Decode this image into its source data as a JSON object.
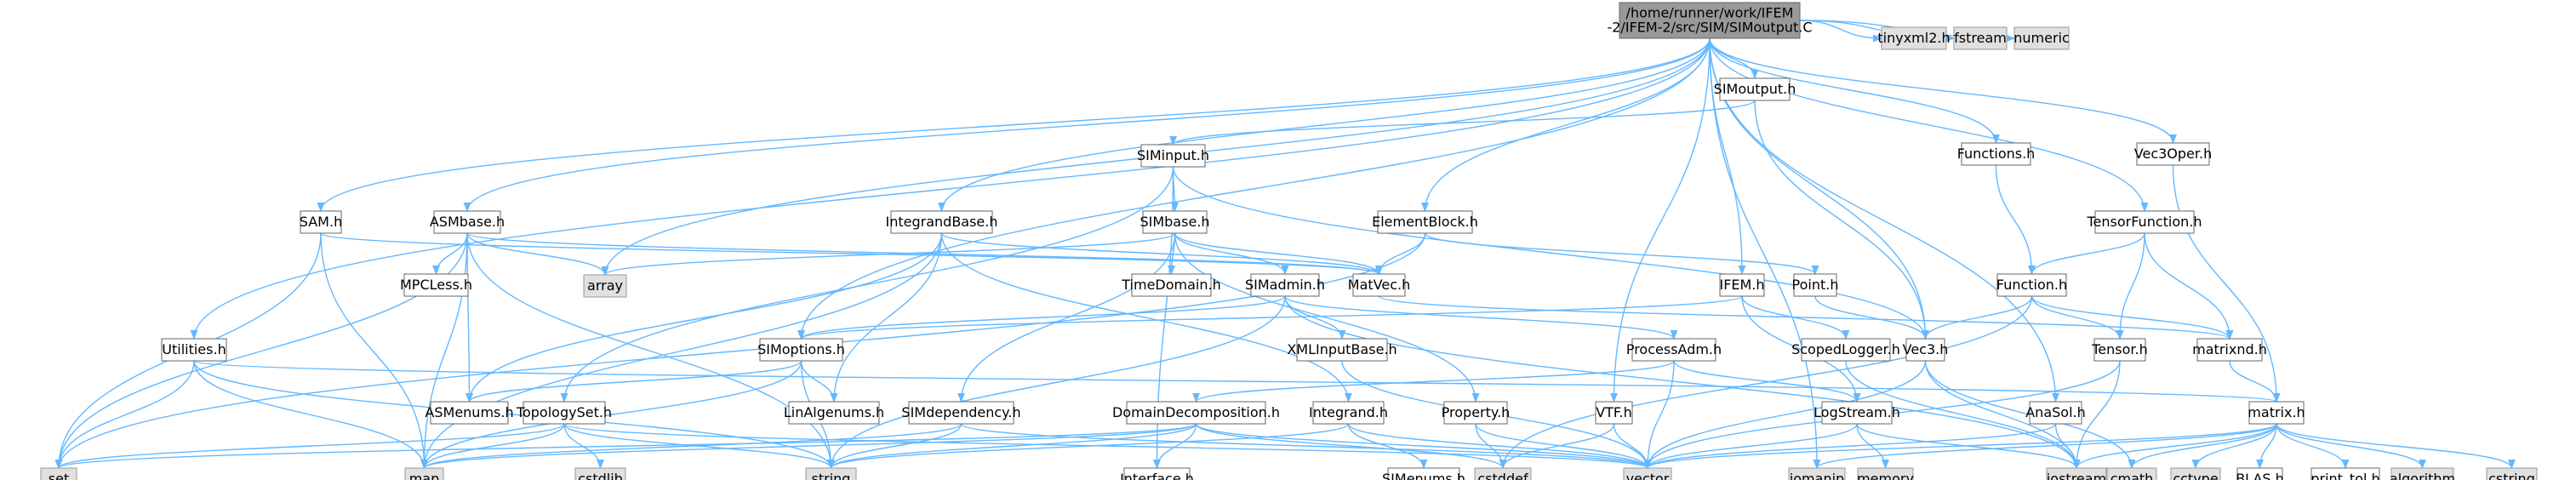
{
  "graph": {
    "root": "root",
    "colors": {
      "root_fill": "#999999",
      "node_fill": "#ffffff",
      "system_fill": "#e0e0e0",
      "border": "#666666",
      "system_border": "#999999",
      "edge": "#63b8ff",
      "text": "#000000"
    },
    "nodes": [
      {
        "id": "root",
        "lines": [
          "/home/runner/work/IFEM",
          "-2/IFEM-2/src/SIM/SIMoutput.C"
        ],
        "kind": "root"
      },
      {
        "id": "SIMoutput",
        "lines": [
          "SIMoutput.h"
        ],
        "kind": "header"
      },
      {
        "id": "tinyxml2",
        "lines": [
          "tinyxml2.h"
        ],
        "kind": "system"
      },
      {
        "id": "fstream",
        "lines": [
          "fstream"
        ],
        "kind": "system"
      },
      {
        "id": "numeric",
        "lines": [
          "numeric"
        ],
        "kind": "system"
      },
      {
        "id": "SIMinput",
        "lines": [
          "SIMinput.h"
        ],
        "kind": "header"
      },
      {
        "id": "Functions",
        "lines": [
          "Functions.h"
        ],
        "kind": "header"
      },
      {
        "id": "Vec3Oper",
        "lines": [
          "Vec3Oper.h"
        ],
        "kind": "header"
      },
      {
        "id": "SAM",
        "lines": [
          "SAM.h"
        ],
        "kind": "header"
      },
      {
        "id": "ASMbase",
        "lines": [
          "ASMbase.h"
        ],
        "kind": "header"
      },
      {
        "id": "IntegrandBase",
        "lines": [
          "IntegrandBase.h"
        ],
        "kind": "header"
      },
      {
        "id": "SIMbase",
        "lines": [
          "SIMbase.h"
        ],
        "kind": "header"
      },
      {
        "id": "ElementBlock",
        "lines": [
          "ElementBlock.h"
        ],
        "kind": "header"
      },
      {
        "id": "TensorFunction",
        "lines": [
          "TensorFunction.h"
        ],
        "kind": "header"
      },
      {
        "id": "MPCLess",
        "lines": [
          "MPCLess.h"
        ],
        "kind": "header"
      },
      {
        "id": "array",
        "lines": [
          "array"
        ],
        "kind": "system"
      },
      {
        "id": "TimeDomain",
        "lines": [
          "TimeDomain.h"
        ],
        "kind": "header"
      },
      {
        "id": "SIMadmin",
        "lines": [
          "SIMadmin.h"
        ],
        "kind": "header"
      },
      {
        "id": "MatVec",
        "lines": [
          "MatVec.h"
        ],
        "kind": "header"
      },
      {
        "id": "IFEM",
        "lines": [
          "IFEM.h"
        ],
        "kind": "header"
      },
      {
        "id": "Point",
        "lines": [
          "Point.h"
        ],
        "kind": "header"
      },
      {
        "id": "Function",
        "lines": [
          "Function.h"
        ],
        "kind": "header"
      },
      {
        "id": "Utilities",
        "lines": [
          "Utilities.h"
        ],
        "kind": "header"
      },
      {
        "id": "SIMoptions",
        "lines": [
          "SIMoptions.h"
        ],
        "kind": "header"
      },
      {
        "id": "XMLInputBase",
        "lines": [
          "XMLInputBase.h"
        ],
        "kind": "header"
      },
      {
        "id": "ProcessAdm",
        "lines": [
          "ProcessAdm.h"
        ],
        "kind": "header"
      },
      {
        "id": "ScopedLogger",
        "lines": [
          "ScopedLogger.h"
        ],
        "kind": "header"
      },
      {
        "id": "Vec3",
        "lines": [
          "Vec3.h"
        ],
        "kind": "header"
      },
      {
        "id": "Tensor",
        "lines": [
          "Tensor.h"
        ],
        "kind": "header"
      },
      {
        "id": "matrixnd",
        "lines": [
          "matrixnd.h"
        ],
        "kind": "header"
      },
      {
        "id": "ASMenums",
        "lines": [
          "ASMenums.h"
        ],
        "kind": "header"
      },
      {
        "id": "LinAlgenums",
        "lines": [
          "LinAlgenums.h"
        ],
        "kind": "header"
      },
      {
        "id": "TopologySet",
        "lines": [
          "TopologySet.h"
        ],
        "kind": "header"
      },
      {
        "id": "SIMdependency",
        "lines": [
          "SIMdependency.h"
        ],
        "kind": "header"
      },
      {
        "id": "DomainDecomposition",
        "lines": [
          "DomainDecomposition.h"
        ],
        "kind": "header"
      },
      {
        "id": "Integrand",
        "lines": [
          "Integrand.h"
        ],
        "kind": "header"
      },
      {
        "id": "Property",
        "lines": [
          "Property.h"
        ],
        "kind": "header"
      },
      {
        "id": "VTF",
        "lines": [
          "VTF.h"
        ],
        "kind": "header"
      },
      {
        "id": "LogStream",
        "lines": [
          "LogStream.h"
        ],
        "kind": "header"
      },
      {
        "id": "AnaSol",
        "lines": [
          "AnaSol.h"
        ],
        "kind": "header"
      },
      {
        "id": "matrix",
        "lines": [
          "matrix.h"
        ],
        "kind": "header"
      },
      {
        "id": "set",
        "lines": [
          "set"
        ],
        "kind": "system"
      },
      {
        "id": "map",
        "lines": [
          "map"
        ],
        "kind": "system"
      },
      {
        "id": "cstdlib",
        "lines": [
          "cstdlib"
        ],
        "kind": "system"
      },
      {
        "id": "string",
        "lines": [
          "string"
        ],
        "kind": "system"
      },
      {
        "id": "Interface",
        "lines": [
          "Interface.h"
        ],
        "kind": "header"
      },
      {
        "id": "SIMenums",
        "lines": [
          "SIMenums.h"
        ],
        "kind": "header"
      },
      {
        "id": "cstddef",
        "lines": [
          "cstddef"
        ],
        "kind": "system"
      },
      {
        "id": "vector",
        "lines": [
          "vector"
        ],
        "kind": "system"
      },
      {
        "id": "iomanip",
        "lines": [
          "iomanip"
        ],
        "kind": "system"
      },
      {
        "id": "memory",
        "lines": [
          "memory"
        ],
        "kind": "system"
      },
      {
        "id": "iostream",
        "lines": [
          "iostream"
        ],
        "kind": "system"
      },
      {
        "id": "cmath",
        "lines": [
          "cmath"
        ],
        "kind": "system"
      },
      {
        "id": "cctype",
        "lines": [
          "cctype"
        ],
        "kind": "system"
      },
      {
        "id": "BLAS",
        "lines": [
          "BLAS.h"
        ],
        "kind": "header"
      },
      {
        "id": "print_tol",
        "lines": [
          "print_tol.h"
        ],
        "kind": "header"
      },
      {
        "id": "algorithm",
        "lines": [
          "algorithm"
        ],
        "kind": "system"
      },
      {
        "id": "cstring",
        "lines": [
          "cstring"
        ],
        "kind": "system"
      }
    ],
    "edges": [
      [
        "root",
        "SIMoutput"
      ],
      [
        "root",
        "tinyxml2"
      ],
      [
        "root",
        "fstream"
      ],
      [
        "root",
        "numeric"
      ],
      [
        "root",
        "Functions"
      ],
      [
        "root",
        "Vec3Oper"
      ],
      [
        "root",
        "SAM"
      ],
      [
        "root",
        "ASMbase"
      ],
      [
        "root",
        "IntegrandBase"
      ],
      [
        "root",
        "ElementBlock"
      ],
      [
        "root",
        "TensorFunction"
      ],
      [
        "root",
        "IFEM"
      ],
      [
        "root",
        "Utilities"
      ],
      [
        "root",
        "SIMoptions"
      ],
      [
        "root",
        "array"
      ],
      [
        "root",
        "VTF"
      ],
      [
        "root",
        "AnaSol"
      ],
      [
        "root",
        "iomanip"
      ],
      [
        "root",
        "Vec3"
      ],
      [
        "SIMoutput",
        "SIMinput"
      ],
      [
        "SIMoutput",
        "Vec3"
      ],
      [
        "SIMinput",
        "SIMbase"
      ],
      [
        "SIMinput",
        "TopologySet"
      ],
      [
        "SIMinput",
        "Interface"
      ],
      [
        "SIMinput",
        "Vec3"
      ],
      [
        "SIMbase",
        "SIMadmin"
      ],
      [
        "SIMbase",
        "TimeDomain"
      ],
      [
        "SIMbase",
        "MatVec"
      ],
      [
        "SIMbase",
        "SIMdependency"
      ],
      [
        "SIMbase",
        "Property"
      ],
      [
        "SIMbase",
        "array"
      ],
      [
        "SIMadmin",
        "SIMoptions"
      ],
      [
        "SIMadmin",
        "XMLInputBase"
      ],
      [
        "SIMadmin",
        "ProcessAdm"
      ],
      [
        "SIMadmin",
        "string"
      ],
      [
        "SIMadmin",
        "iostream"
      ],
      [
        "SAM",
        "MatVec"
      ],
      [
        "SAM",
        "set"
      ],
      [
        "SAM",
        "map"
      ],
      [
        "ASMbase",
        "MatVec"
      ],
      [
        "ASMbase",
        "MPCLess"
      ],
      [
        "ASMbase",
        "ASMenums"
      ],
      [
        "ASMbase",
        "array"
      ],
      [
        "ASMbase",
        "set"
      ],
      [
        "ASMbase",
        "map"
      ],
      [
        "ASMbase",
        "string"
      ],
      [
        "IntegrandBase",
        "Integrand"
      ],
      [
        "IntegrandBase",
        "MatVec"
      ],
      [
        "IntegrandBase",
        "ASMenums"
      ],
      [
        "IntegrandBase",
        "LinAlgenums"
      ],
      [
        "IntegrandBase",
        "map"
      ],
      [
        "ElementBlock",
        "MatVec"
      ],
      [
        "ElementBlock",
        "Point"
      ],
      [
        "ElementBlock",
        "set"
      ],
      [
        "TensorFunction",
        "Function"
      ],
      [
        "TensorFunction",
        "Tensor"
      ],
      [
        "TensorFunction",
        "matrixnd"
      ],
      [
        "Functions",
        "Function"
      ],
      [
        "Function",
        "Vec3"
      ],
      [
        "Function",
        "Tensor"
      ],
      [
        "Function",
        "matrixnd"
      ],
      [
        "Function",
        "cstddef"
      ],
      [
        "Vec3Oper",
        "matrix"
      ],
      [
        "IFEM",
        "SIMoptions"
      ],
      [
        "IFEM",
        "ScopedLogger"
      ],
      [
        "IFEM",
        "LogStream"
      ],
      [
        "Point",
        "Vec3"
      ],
      [
        "MatVec",
        "matrixnd"
      ],
      [
        "Utilities",
        "matrix"
      ],
      [
        "Utilities",
        "set"
      ],
      [
        "Utilities",
        "map"
      ],
      [
        "Utilities",
        "string"
      ],
      [
        "SIMoptions",
        "ASMenums"
      ],
      [
        "SIMoptions",
        "LinAlgenums"
      ],
      [
        "SIMoptions",
        "map"
      ],
      [
        "SIMoptions",
        "string"
      ],
      [
        "XMLInputBase",
        "vector"
      ],
      [
        "ProcessAdm",
        "DomainDecomposition"
      ],
      [
        "ProcessAdm",
        "LogStream"
      ],
      [
        "ProcessAdm",
        "vector"
      ],
      [
        "ScopedLogger",
        "iostream"
      ],
      [
        "Vec3",
        "vector"
      ],
      [
        "Vec3",
        "iostream"
      ],
      [
        "Vec3",
        "cmath"
      ],
      [
        "Tensor",
        "vector"
      ],
      [
        "Tensor",
        "iostream"
      ],
      [
        "matrixnd",
        "matrix"
      ],
      [
        "TopologySet",
        "set"
      ],
      [
        "TopologySet",
        "map"
      ],
      [
        "TopologySet",
        "cstdlib"
      ],
      [
        "TopologySet",
        "string"
      ],
      [
        "TopologySet",
        "vector"
      ],
      [
        "SIMdependency",
        "string"
      ],
      [
        "SIMdependency",
        "map"
      ],
      [
        "SIMdependency",
        "vector"
      ],
      [
        "DomainDecomposition",
        "Interface"
      ],
      [
        "DomainDecomposition",
        "set"
      ],
      [
        "DomainDecomposition",
        "map"
      ],
      [
        "DomainDecomposition",
        "string"
      ],
      [
        "DomainDecomposition",
        "vector"
      ],
      [
        "DomainDecomposition",
        "cstddef"
      ],
      [
        "Integrand",
        "SIMenums"
      ],
      [
        "Integrand",
        "string"
      ],
      [
        "Integrand",
        "vector"
      ],
      [
        "Property",
        "cstddef"
      ],
      [
        "Property",
        "vector"
      ],
      [
        "VTF",
        "vector"
      ],
      [
        "VTF",
        "cstddef"
      ],
      [
        "LogStream",
        "iostream"
      ],
      [
        "LogStream",
        "memory"
      ],
      [
        "LogStream",
        "vector"
      ],
      [
        "AnaSol",
        "iostream"
      ],
      [
        "AnaSol",
        "vector"
      ],
      [
        "matrix",
        "vector"
      ],
      [
        "matrix",
        "iostream"
      ],
      [
        "matrix",
        "cmath"
      ],
      [
        "matrix",
        "cctype"
      ],
      [
        "matrix",
        "BLAS"
      ],
      [
        "matrix",
        "print_tol"
      ],
      [
        "matrix",
        "algorithm"
      ],
      [
        "matrix",
        "cstring"
      ],
      [
        "matrix",
        "iomanip"
      ]
    ]
  }
}
